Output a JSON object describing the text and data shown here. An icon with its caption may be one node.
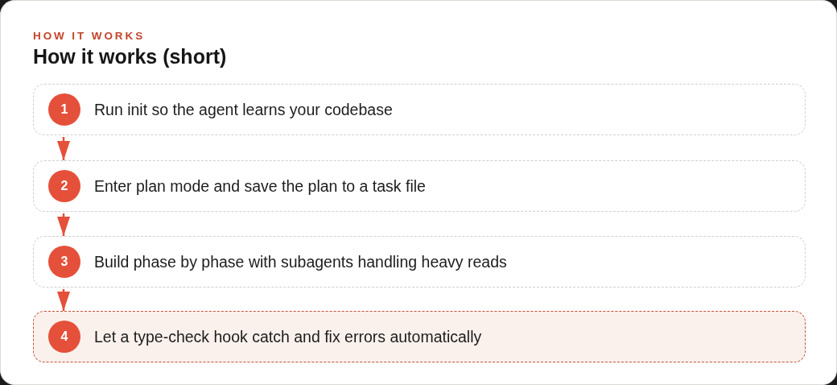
{
  "diagram": {
    "title": "How it works (short)",
    "labels": [
      "HOW IT WORKS"
    ],
    "nodes": [
      {
        "text": [
          "1",
          "Run init so the agent learns your codebase"
        ]
      },
      {
        "text": [
          "2",
          "Enter plan mode and save the plan to a task file"
        ]
      },
      {
        "text": [
          "3",
          "Build phase by phase with subagents handling heavy reads"
        ]
      },
      {
        "text": [
          "4",
          "Let a type-check hook catch and fix errors automatically"
        ]
      }
    ],
    "edges": [
      {
        "from": 0,
        "to": 1,
        "arrow": "to"
      },
      {
        "from": 1,
        "to": 2,
        "arrow": "to"
      },
      {
        "from": 2,
        "to": 3,
        "arrow": "to"
      }
    ]
  }
}
